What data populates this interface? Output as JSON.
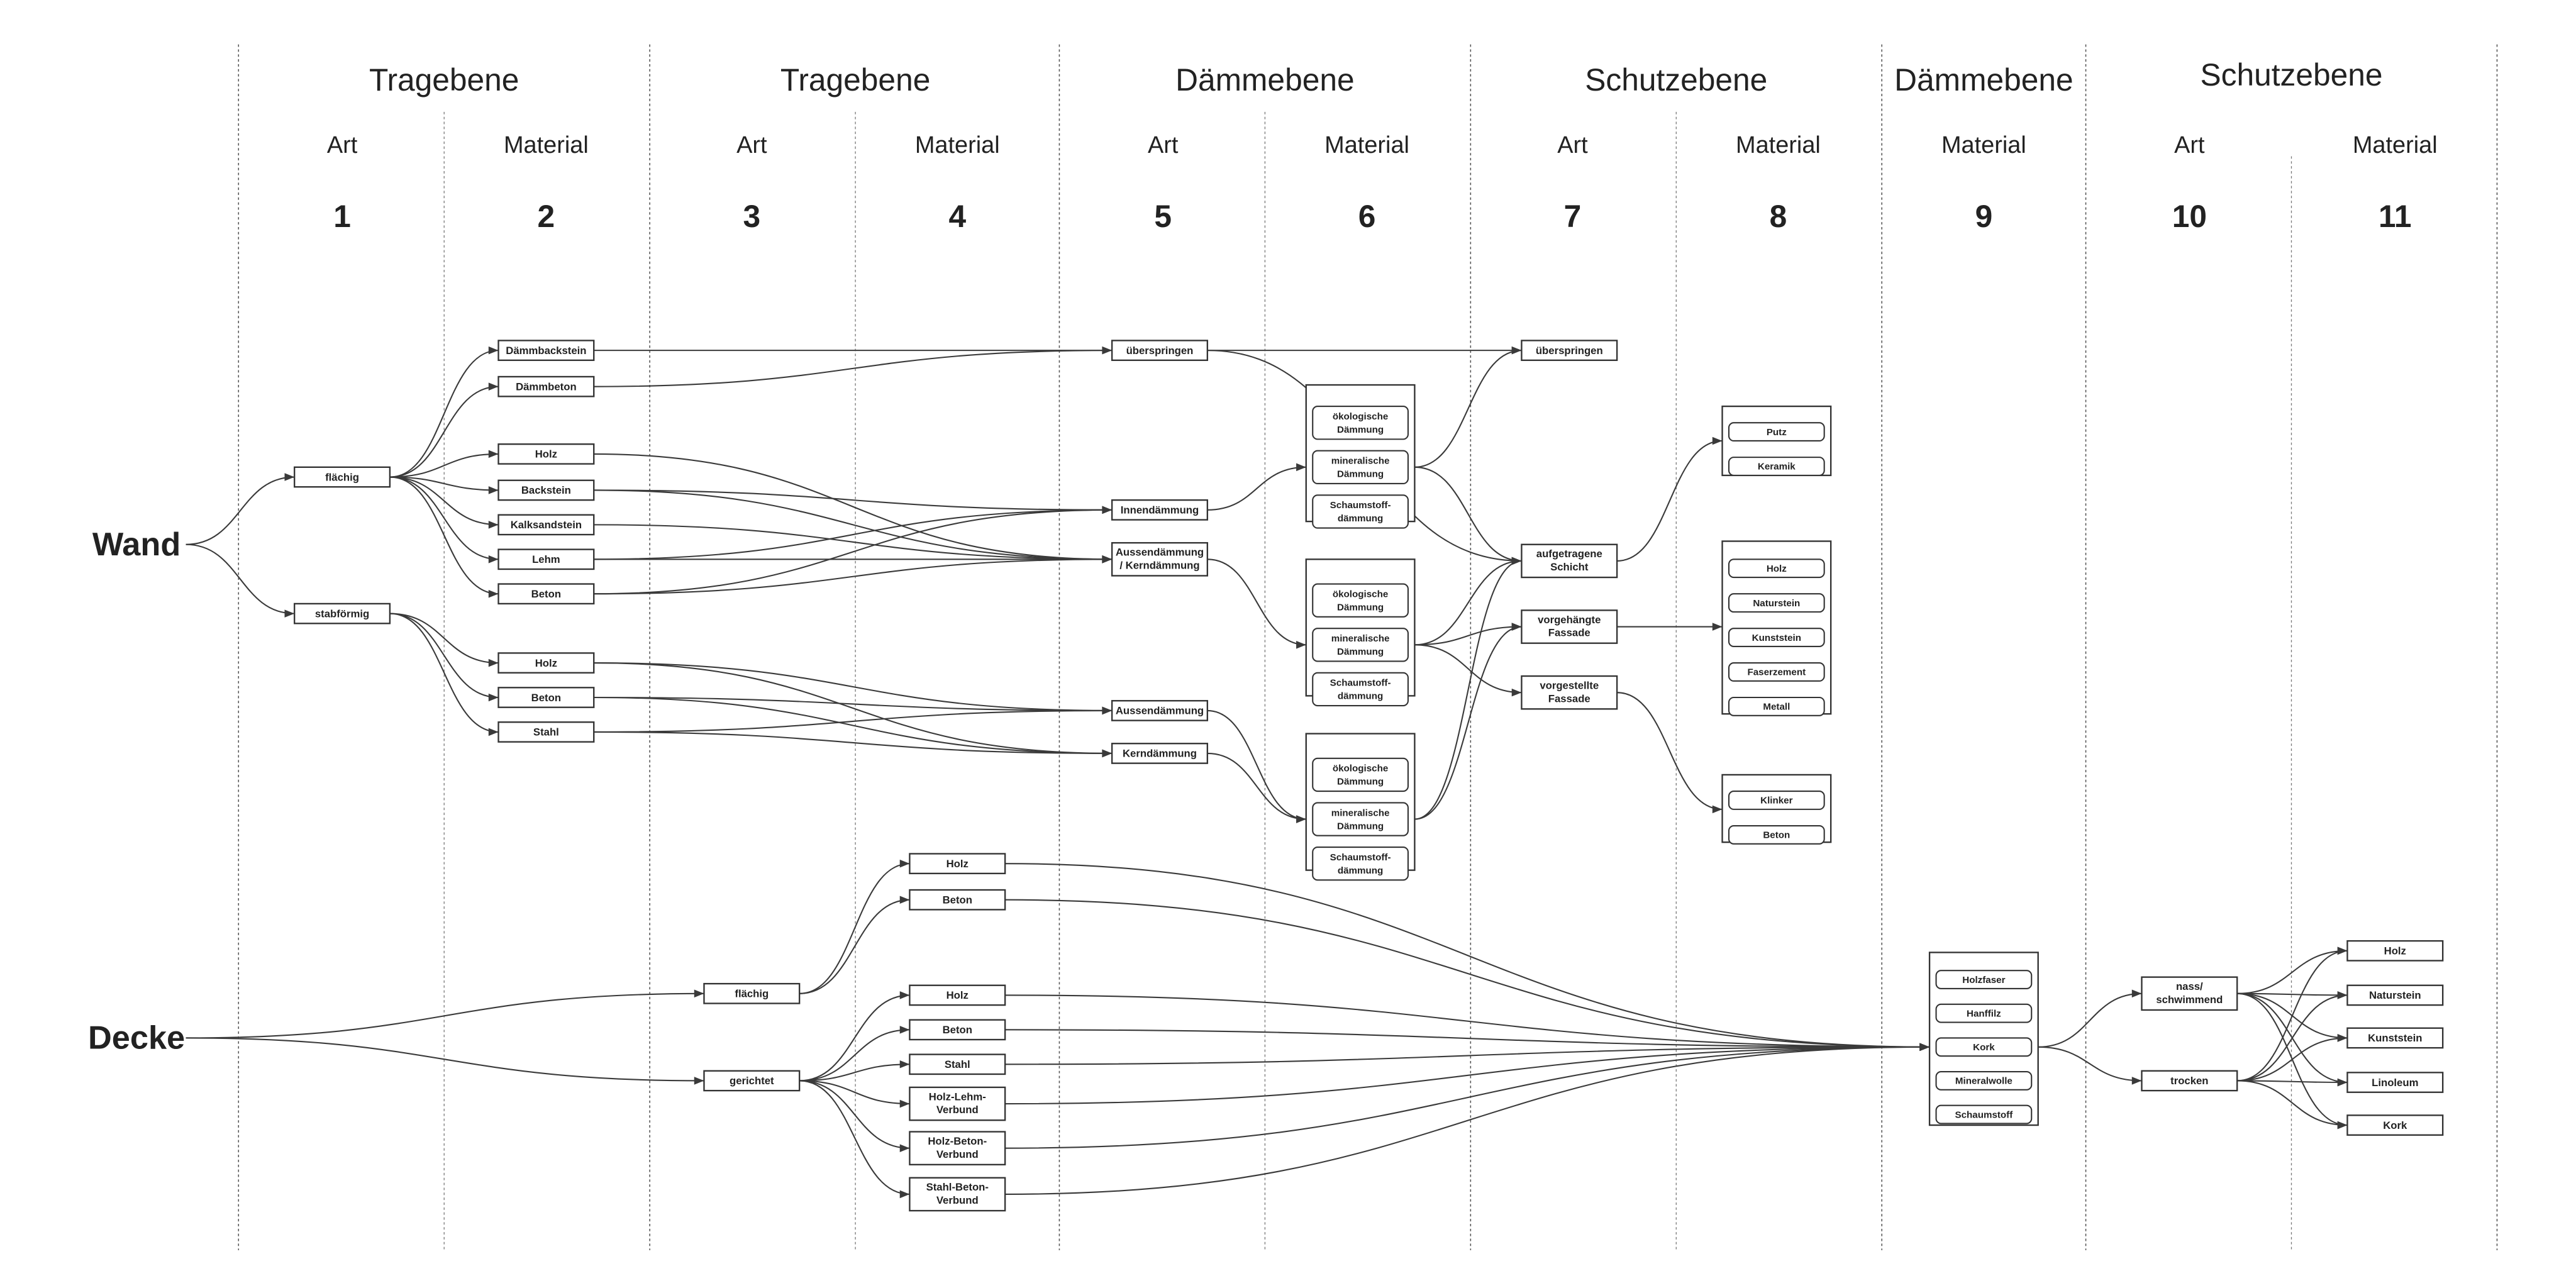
{
  "header": {
    "groups": [
      {
        "label": "Tragebene",
        "col": "1-2"
      },
      {
        "label": "Tragebene",
        "col": "3-4"
      },
      {
        "label": "Dämmebene",
        "col": "5-6"
      },
      {
        "label": "Schutzebene",
        "col": "7-8"
      },
      {
        "label": "Dämmebene",
        "col": "9"
      },
      {
        "label": "Schutzebene",
        "col": "10-11"
      }
    ],
    "subheaders": [
      "Art",
      "Material",
      "Art",
      "Material",
      "Art",
      "Material",
      "Art",
      "Material",
      "Material",
      "Art",
      "Material"
    ],
    "numbers": [
      "1",
      "2",
      "3",
      "4",
      "5",
      "6",
      "7",
      "8",
      "9",
      "10",
      "11"
    ]
  },
  "roots": {
    "wand": "Wand",
    "decke": "Decke"
  },
  "nodes": {
    "w_flaechig": "flächig",
    "w_stab": "stabförmig",
    "w_daemmbackstein": "Dämmbackstein",
    "w_daemmbeton": "Dämmbeton",
    "w_holz": "Holz",
    "w_backstein": "Backstein",
    "w_kalksandstein": "Kalksandstein",
    "w_lehm": "Lehm",
    "w_beton": "Beton",
    "w_s_holz": "Holz",
    "w_s_beton": "Beton",
    "w_s_stahl": "Stahl",
    "w_ueberspringen5": "überspringen",
    "w_innen": "Innendämmung",
    "w_aussenkern": [
      "Aussendämmung",
      "/ Kerndämmung"
    ],
    "w_aussen": "Aussendämmung",
    "w_kern": "Kerndämmung",
    "w_ueberspringen7": "überspringen",
    "w_aufgetragen": [
      "aufgetragene",
      "Schicht"
    ],
    "w_vorgehaengt": [
      "vorgehängte",
      "Fassade"
    ],
    "w_vorgestellt": [
      "vorgestellte",
      "Fassade"
    ],
    "d_flaechig": "flächig",
    "d_gerichtet": "gerichtet",
    "d_f_holz": "Holz",
    "d_f_beton": "Beton",
    "d_g_holz": "Holz",
    "d_g_beton": "Beton",
    "d_g_stahl": "Stahl",
    "d_g_holzlehm": [
      "Holz-Lehm-",
      "Verbund"
    ],
    "d_g_holzbeton": [
      "Holz-Beton-",
      "Verbund"
    ],
    "d_g_stahlbeton": [
      "Stahl-Beton-",
      "Verbund"
    ],
    "d_nass": [
      "nass/",
      "schwimmend"
    ],
    "d_trocken": "trocken",
    "d_holz11": "Holz",
    "d_naturstein11": "Naturstein",
    "d_kunststein11": "Kunststein",
    "d_linoleum11": "Linoleum",
    "d_kork11": "Kork"
  },
  "groups": {
    "daemm_g1": [
      [
        "ökologische",
        "Dämmung"
      ],
      [
        "mineralische",
        "Dämmung"
      ],
      [
        "Schaumstoff-",
        "dämmung"
      ]
    ],
    "daemm_g2": [
      [
        "ökologische",
        "Dämmung"
      ],
      [
        "mineralische",
        "Dämmung"
      ],
      [
        "Schaumstoff-",
        "dämmung"
      ]
    ],
    "daemm_g3": [
      [
        "ökologische",
        "Dämmung"
      ],
      [
        "mineralische",
        "Dämmung"
      ],
      [
        "Schaumstoff-",
        "dämmung"
      ]
    ],
    "schutz_g1": [
      [
        "Putz"
      ],
      [
        "Keramik"
      ]
    ],
    "schutz_g2": [
      [
        "Holz"
      ],
      [
        "Naturstein"
      ],
      [
        "Kunststein"
      ],
      [
        "Faserzement"
      ],
      [
        "Metall"
      ]
    ],
    "schutz_g3": [
      [
        "Klinker"
      ],
      [
        "Beton"
      ]
    ],
    "decke_daemm": [
      [
        "Holzfaser"
      ],
      [
        "Hanffilz"
      ],
      [
        "Kork"
      ],
      [
        "Mineralwolle"
      ],
      [
        "Schaumstoff"
      ]
    ]
  },
  "edges": [
    [
      "wand",
      "w_flaechig"
    ],
    [
      "wand",
      "w_stab"
    ],
    [
      "w_flaechig",
      "w_daemmbackstein"
    ],
    [
      "w_flaechig",
      "w_daemmbeton"
    ],
    [
      "w_flaechig",
      "w_holz"
    ],
    [
      "w_flaechig",
      "w_backstein"
    ],
    [
      "w_flaechig",
      "w_kalksandstein"
    ],
    [
      "w_flaechig",
      "w_lehm"
    ],
    [
      "w_flaechig",
      "w_beton"
    ],
    [
      "w_stab",
      "w_s_holz"
    ],
    [
      "w_stab",
      "w_s_beton"
    ],
    [
      "w_stab",
      "w_s_stahl"
    ],
    [
      "w_daemmbackstein",
      "w_ueberspringen5"
    ],
    [
      "w_daemmbeton",
      "w_ueberspringen5"
    ],
    [
      "w_holz",
      "w_aussenkern"
    ],
    [
      "w_backstein",
      "w_innen"
    ],
    [
      "w_backstein",
      "w_aussenkern"
    ],
    [
      "w_kalksandstein",
      "w_aussenkern"
    ],
    [
      "w_lehm",
      "w_innen"
    ],
    [
      "w_lehm",
      "w_aussenkern"
    ],
    [
      "w_beton",
      "w_innen"
    ],
    [
      "w_beton",
      "w_aussenkern"
    ],
    [
      "w_s_holz",
      "w_aussen"
    ],
    [
      "w_s_holz",
      "w_kern"
    ],
    [
      "w_s_beton",
      "w_aussen"
    ],
    [
      "w_s_beton",
      "w_kern"
    ],
    [
      "w_s_stahl",
      "w_aussen"
    ],
    [
      "w_s_stahl",
      "w_kern"
    ],
    [
      "w_ueberspringen5",
      "w_ueberspringen7"
    ],
    [
      "w_ueberspringen5",
      "w_aufgetragen"
    ],
    [
      "w_innen",
      "daemm_g1"
    ],
    [
      "w_aussenkern",
      "daemm_g2"
    ],
    [
      "w_aussen",
      "daemm_g3"
    ],
    [
      "w_kern",
      "daemm_g3"
    ],
    [
      "daemm_g1",
      "w_ueberspringen7"
    ],
    [
      "daemm_g1",
      "w_aufgetragen"
    ],
    [
      "daemm_g2",
      "w_aufgetragen"
    ],
    [
      "daemm_g2",
      "w_vorgehaengt"
    ],
    [
      "daemm_g2",
      "w_vorgestellt"
    ],
    [
      "daemm_g3",
      "w_aufgetragen"
    ],
    [
      "daemm_g3",
      "w_vorgehaengt"
    ],
    [
      "w_aufgetragen",
      "schutz_g1"
    ],
    [
      "w_vorgehaengt",
      "schutz_g2"
    ],
    [
      "w_vorgestellt",
      "schutz_g3"
    ],
    [
      "decke",
      "d_flaechig"
    ],
    [
      "decke",
      "d_gerichtet"
    ],
    [
      "d_flaechig",
      "d_f_holz"
    ],
    [
      "d_flaechig",
      "d_f_beton"
    ],
    [
      "d_gerichtet",
      "d_g_holz"
    ],
    [
      "d_gerichtet",
      "d_g_beton"
    ],
    [
      "d_gerichtet",
      "d_g_stahl"
    ],
    [
      "d_gerichtet",
      "d_g_holzlehm"
    ],
    [
      "d_gerichtet",
      "d_g_holzbeton"
    ],
    [
      "d_gerichtet",
      "d_g_stahlbeton"
    ],
    [
      "d_f_holz",
      "decke_daemm"
    ],
    [
      "d_f_beton",
      "decke_daemm"
    ],
    [
      "d_g_holz",
      "decke_daemm"
    ],
    [
      "d_g_beton",
      "decke_daemm"
    ],
    [
      "d_g_stahl",
      "decke_daemm"
    ],
    [
      "d_g_holzlehm",
      "decke_daemm"
    ],
    [
      "d_g_holzbeton",
      "decke_daemm"
    ],
    [
      "d_g_stahlbeton",
      "decke_daemm"
    ],
    [
      "decke_daemm",
      "d_nass"
    ],
    [
      "decke_daemm",
      "d_trocken"
    ],
    [
      "d_nass",
      "d_holz11"
    ],
    [
      "d_nass",
      "d_naturstein11"
    ],
    [
      "d_nass",
      "d_kunststein11"
    ],
    [
      "d_nass",
      "d_linoleum11"
    ],
    [
      "d_nass",
      "d_kork11"
    ],
    [
      "d_trocken",
      "d_holz11"
    ],
    [
      "d_trocken",
      "d_naturstein11"
    ],
    [
      "d_trocken",
      "d_kunststein11"
    ],
    [
      "d_trocken",
      "d_linoleum11"
    ],
    [
      "d_trocken",
      "d_kork11"
    ]
  ]
}
